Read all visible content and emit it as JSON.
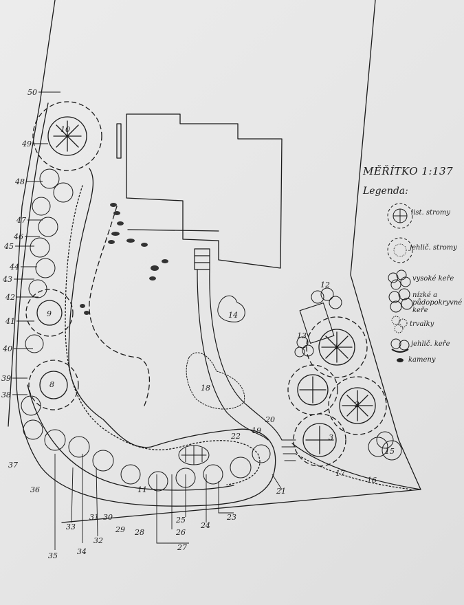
{
  "scale_title": "MĚŘÍTKO 1:137",
  "legend": {
    "title": "Legenda:",
    "items": [
      {
        "symbol": "deciduous-tree",
        "label": "list. stromy"
      },
      {
        "symbol": "conifer-tree",
        "label": "jehlič. stromy"
      },
      {
        "symbol": "tall-shrub",
        "label": "vysoké keře"
      },
      {
        "symbol": "low-shrub",
        "label": "nízké a půdopokryvné keře"
      },
      {
        "symbol": "perennial",
        "label": "trvalky"
      },
      {
        "symbol": "conifer-shrub",
        "label": "jehlič. keře"
      },
      {
        "symbol": "stone",
        "label": "kameny"
      }
    ]
  },
  "plan_labels": [
    "50",
    "49",
    "48",
    "47",
    "46",
    "45",
    "44",
    "43",
    "42",
    "41",
    "40",
    "39",
    "38",
    "37",
    "36",
    "35",
    "34",
    "33",
    "32",
    "31",
    "30",
    "29",
    "28",
    "27",
    "26",
    "25",
    "24",
    "23",
    "22",
    "21",
    "20",
    "19",
    "18",
    "17",
    "16",
    "15",
    "14",
    "13",
    "12",
    "11",
    "10",
    "9",
    "8",
    "3",
    "2",
    "1"
  ]
}
